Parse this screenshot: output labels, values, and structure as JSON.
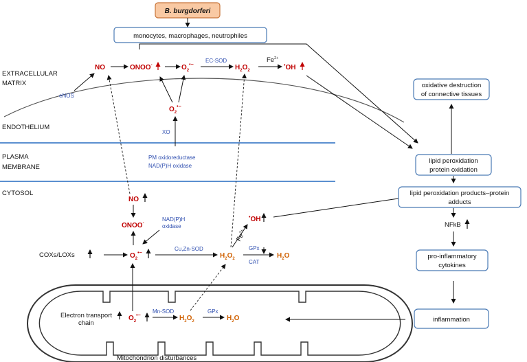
{
  "source_box": "B. burgdorferi",
  "cells_box": "monocytes, macrophages, neutrophiles",
  "regions": {
    "extracellular_1": "EXTRACELLULAR",
    "extracellular_2": "MATRIX",
    "endothelium": "ENDOTHELIUM",
    "plasma_1": "PLASMA",
    "plasma_2": "MEMBRANE",
    "cytosol": "CYTOSOL"
  },
  "species": {
    "no_top": "NO",
    "onoo_top": "ONOO",
    "o2_top": "O",
    "h2o2_top": "H",
    "oh_top": "OH",
    "o2_endo": "O",
    "no_cyt": "NO",
    "onoo_cyt": "ONOO",
    "o2_cyt": "O",
    "h2o2_cyt": "H",
    "oh_cyt": "OH",
    "h2o_cyt": "H",
    "o2_mito": "O",
    "h2o2_mito": "H",
    "h2o_mito": "H"
  },
  "enzymes": {
    "enos": "eNOS",
    "ecsod": "EC-SOD",
    "fe_top": "Fe",
    "xo": "XO",
    "pm_oxidoreductase": "PM oxidoreductase",
    "nadph_oxidase_pm": "NAD(P)H oxidase",
    "nadph_1": "NAD(P)H",
    "nadph_2": "oxidase",
    "cuzn_sod": "Cu,Zn-SOD",
    "fe_cyt": "Fe",
    "gpx_cyt": "GPx",
    "cat": "CAT",
    "mn_sod": "Mn-SOD",
    "gpx_mito": "GPx"
  },
  "left_labels": {
    "coxs": "COXs/LOXs",
    "etc_1": "Electron transport",
    "etc_2": "chain",
    "mito": "Mitochondrion   disturbances"
  },
  "right_boxes": {
    "oxidative_1": "oxidative destruction",
    "oxidative_2": "of connective tissues",
    "lipid_1": "lipid peroxidation",
    "lipid_2": "protein oxidation",
    "products_1": "lipid peroxidation products–protein",
    "products_2": "adducts",
    "nfkb": "NFkB",
    "cytokines_1": "pro-inflammatory",
    "cytokines_2": "cytokines",
    "inflammation": "inflammation"
  },
  "colors": {
    "source_fill": "#f9c9a3",
    "source_stroke": "#c8753a",
    "box_stroke": "#4a7ab5",
    "membrane": "#5a8fd0",
    "red": "#c00000",
    "orange": "#d06000",
    "enzyme_blue": "#2f4fb0"
  }
}
